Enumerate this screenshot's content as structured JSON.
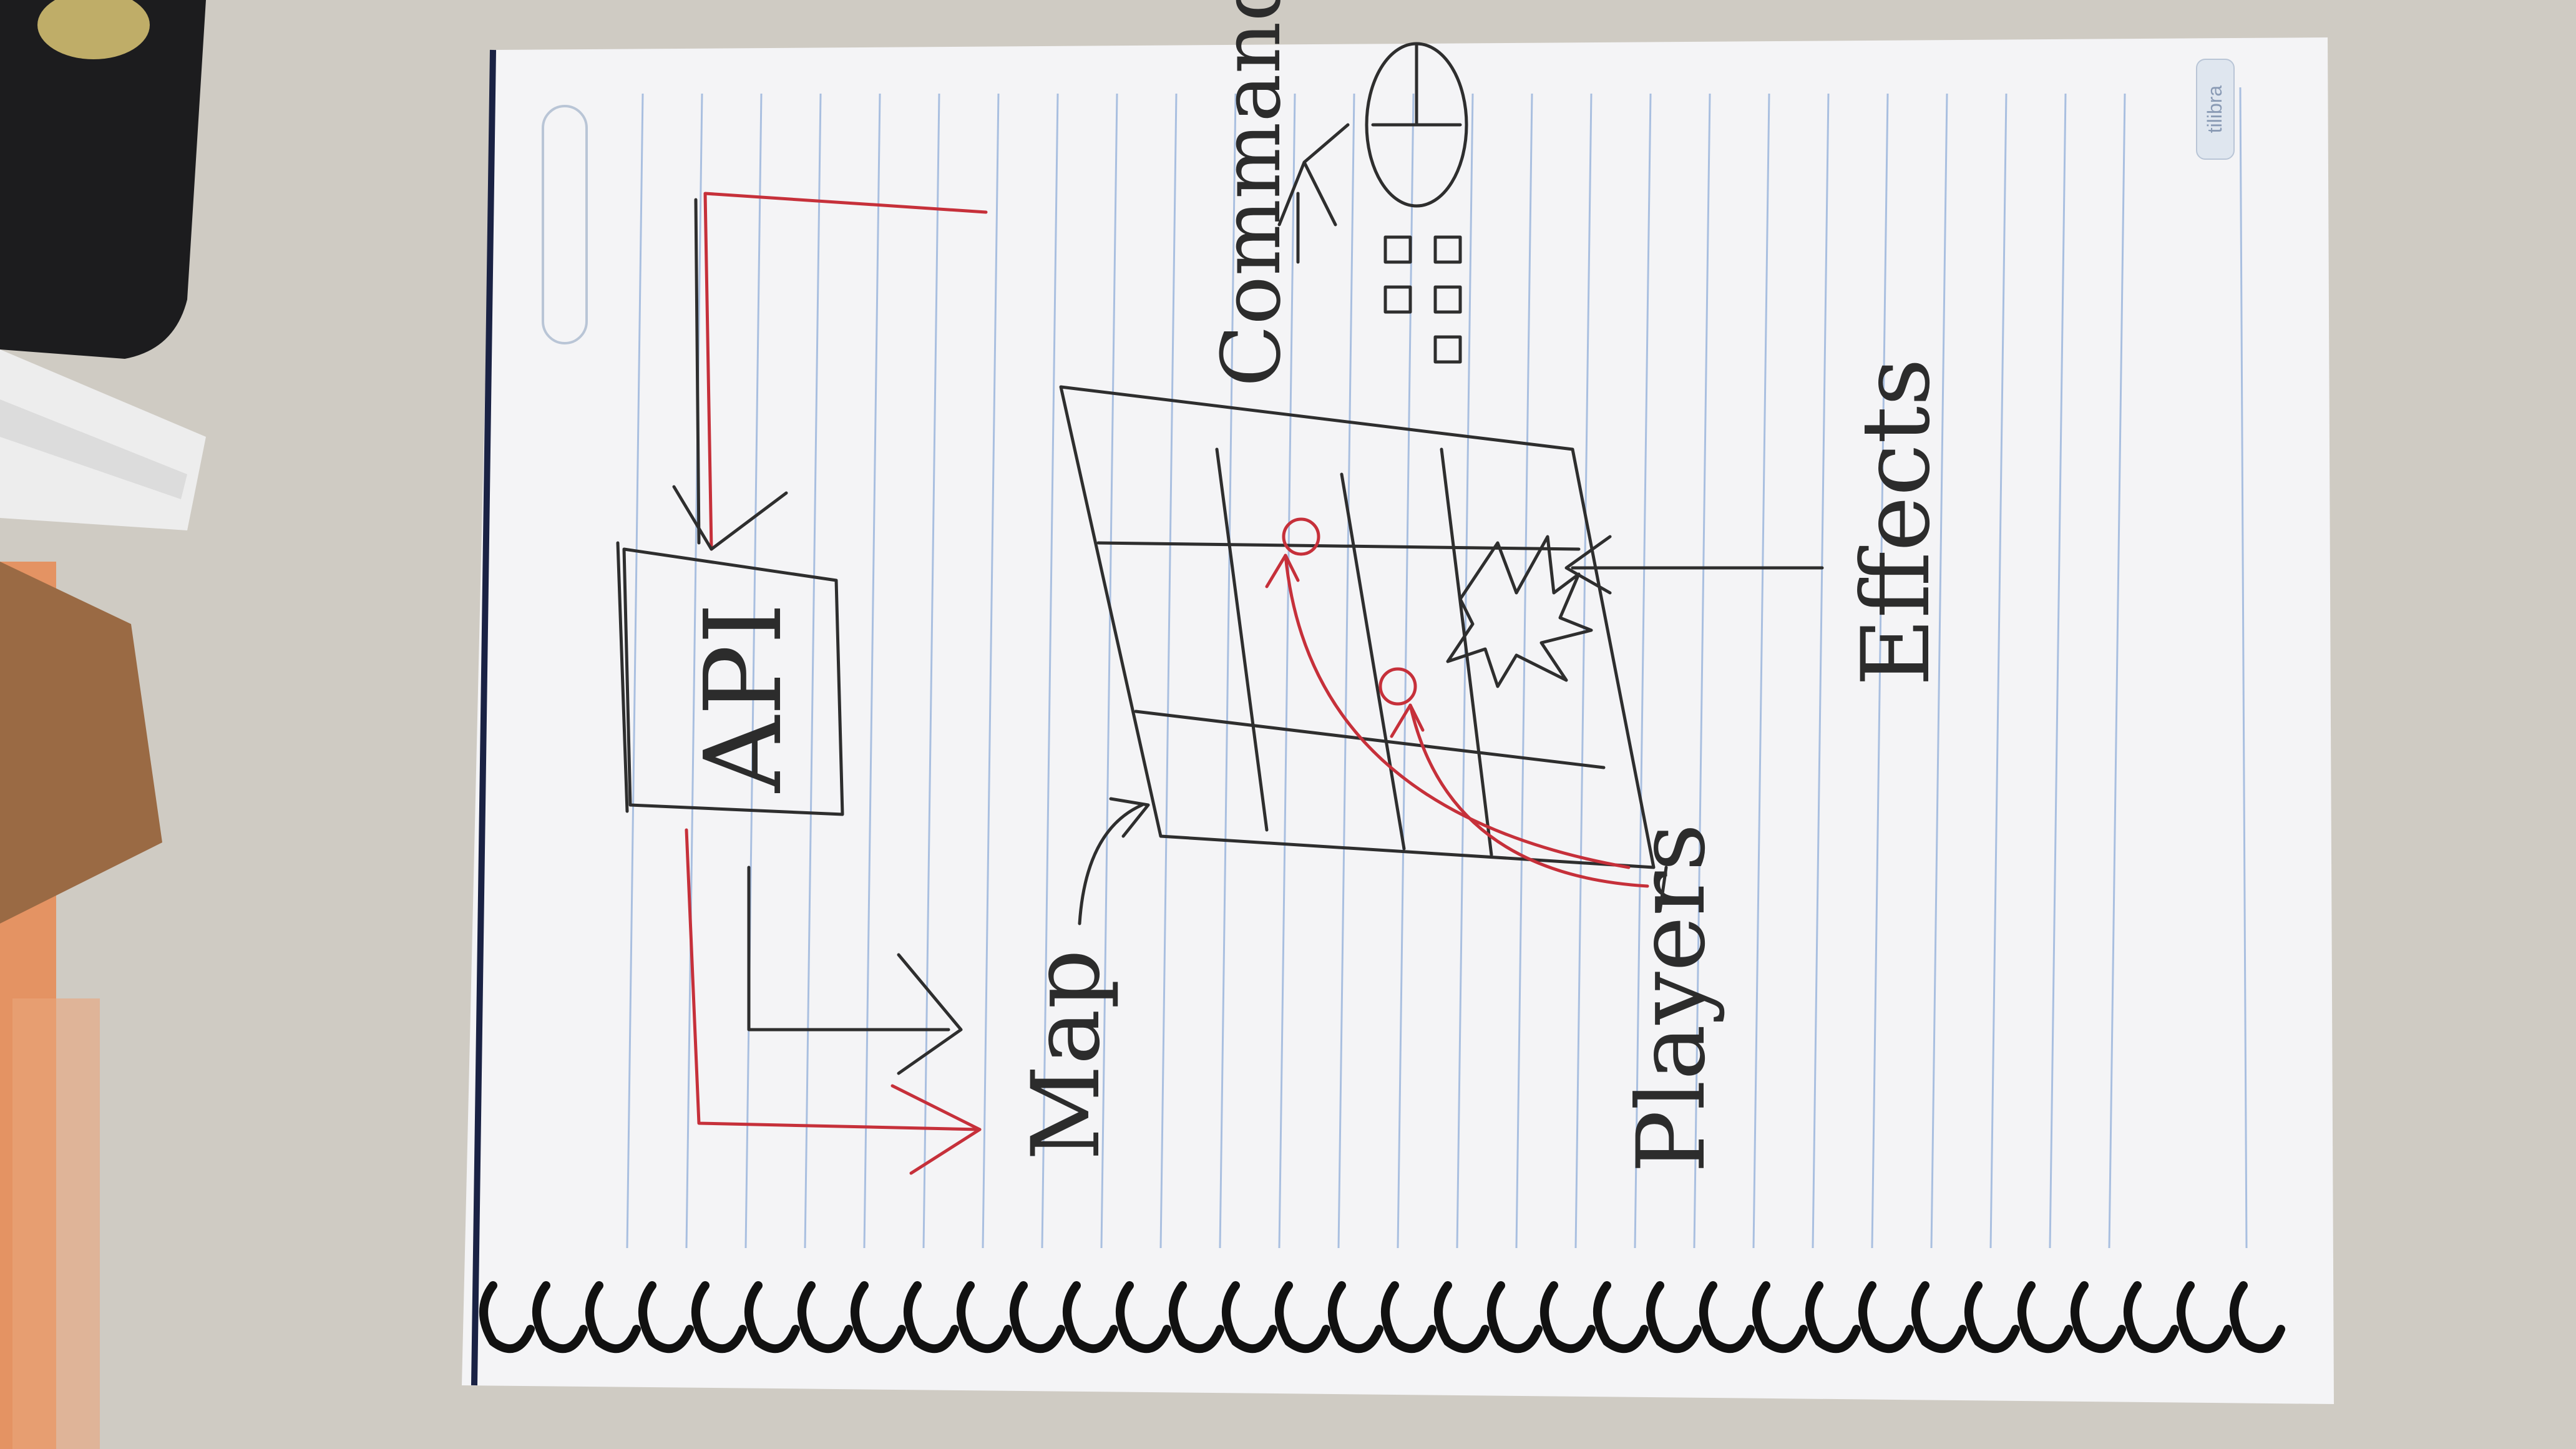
{
  "sketch": {
    "api_label": "API",
    "map_label": "Map",
    "players_label": "Players",
    "effects_label": "Effects",
    "commands_label": "Commands"
  },
  "notebook": {
    "brand": "tilibra",
    "paper_color": "#f4f4f6",
    "rule_color": "#a9bfe0",
    "ink_color": "#2e2e2e",
    "red_ink_color": "#c6303a"
  }
}
